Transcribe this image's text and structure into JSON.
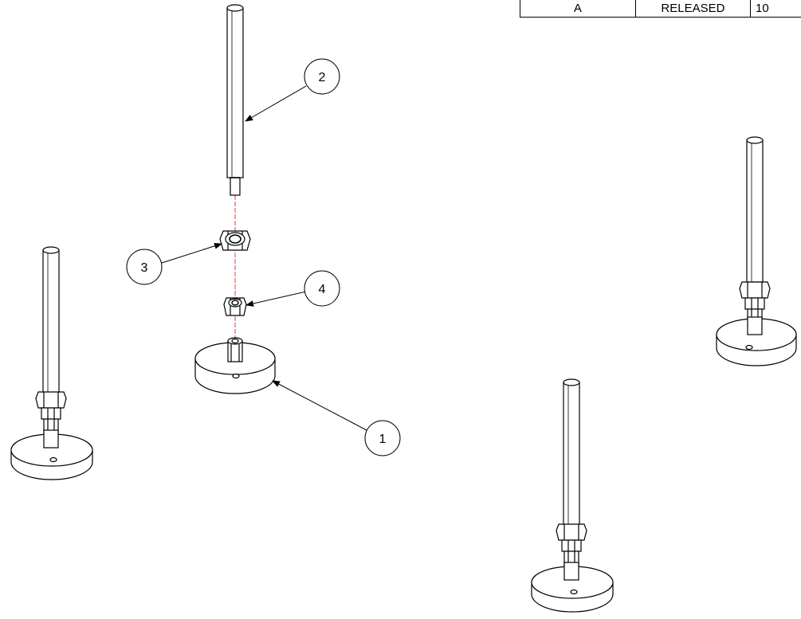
{
  "revision_table": {
    "rev": "A",
    "description": "RELEASED",
    "date_partial": "10"
  },
  "balloons": [
    "1",
    "2",
    "3",
    "4"
  ],
  "colors": {
    "line": "#000000",
    "centerline": "#e53935",
    "paper": "#ffffff"
  }
}
